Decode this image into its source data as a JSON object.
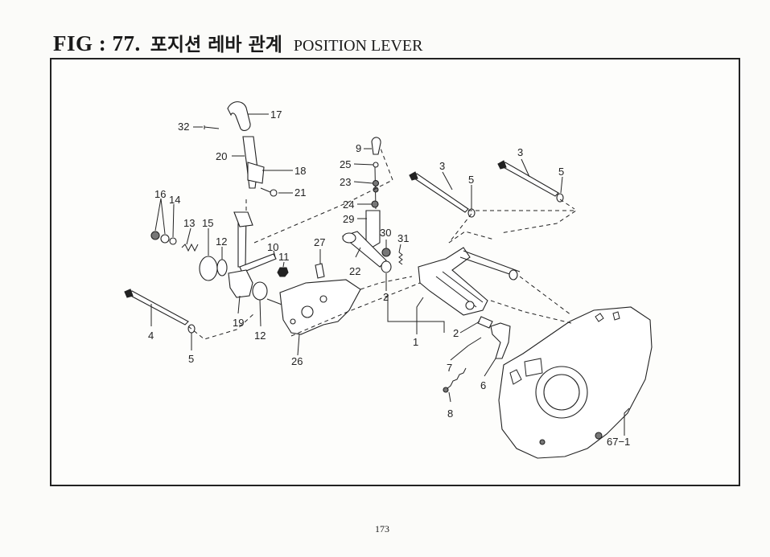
{
  "header": {
    "fig_label": "FIG : 77.",
    "title_ko": "포지션 레바 관계",
    "title_en": "POSITION LEVER"
  },
  "diagram": {
    "callouts": [
      {
        "id": "callout-17",
        "label": "17"
      },
      {
        "id": "callout-32",
        "label": "32"
      },
      {
        "id": "callout-20",
        "label": "20"
      },
      {
        "id": "callout-18",
        "label": "18"
      },
      {
        "id": "callout-21",
        "label": "21"
      },
      {
        "id": "callout-16",
        "label": "16"
      },
      {
        "id": "callout-14",
        "label": "14"
      },
      {
        "id": "callout-13",
        "label": "13"
      },
      {
        "id": "callout-15",
        "label": "15"
      },
      {
        "id": "callout-12a",
        "label": "12"
      },
      {
        "id": "callout-10",
        "label": "10"
      },
      {
        "id": "callout-11",
        "label": "11"
      },
      {
        "id": "callout-19",
        "label": "19"
      },
      {
        "id": "callout-12b",
        "label": "12"
      },
      {
        "id": "callout-4",
        "label": "4"
      },
      {
        "id": "callout-5a",
        "label": "5"
      },
      {
        "id": "callout-26",
        "label": "26"
      },
      {
        "id": "callout-27",
        "label": "27"
      },
      {
        "id": "callout-9",
        "label": "9"
      },
      {
        "id": "callout-25",
        "label": "25"
      },
      {
        "id": "callout-23",
        "label": "23"
      },
      {
        "id": "callout-24",
        "label": "24"
      },
      {
        "id": "callout-29",
        "label": "29"
      },
      {
        "id": "callout-30",
        "label": "30"
      },
      {
        "id": "callout-31",
        "label": "31"
      },
      {
        "id": "callout-22",
        "label": "22"
      },
      {
        "id": "callout-2a",
        "label": "2"
      },
      {
        "id": "callout-1",
        "label": "1"
      },
      {
        "id": "callout-2b",
        "label": "2"
      },
      {
        "id": "callout-7",
        "label": "7"
      },
      {
        "id": "callout-6",
        "label": "6"
      },
      {
        "id": "callout-8",
        "label": "8"
      },
      {
        "id": "callout-3a",
        "label": "3"
      },
      {
        "id": "callout-5b",
        "label": "5"
      },
      {
        "id": "callout-3b",
        "label": "3"
      },
      {
        "id": "callout-5c",
        "label": "5"
      },
      {
        "id": "callout-67-1",
        "label": "67−1"
      }
    ]
  },
  "footer": {
    "page_number": "173"
  }
}
